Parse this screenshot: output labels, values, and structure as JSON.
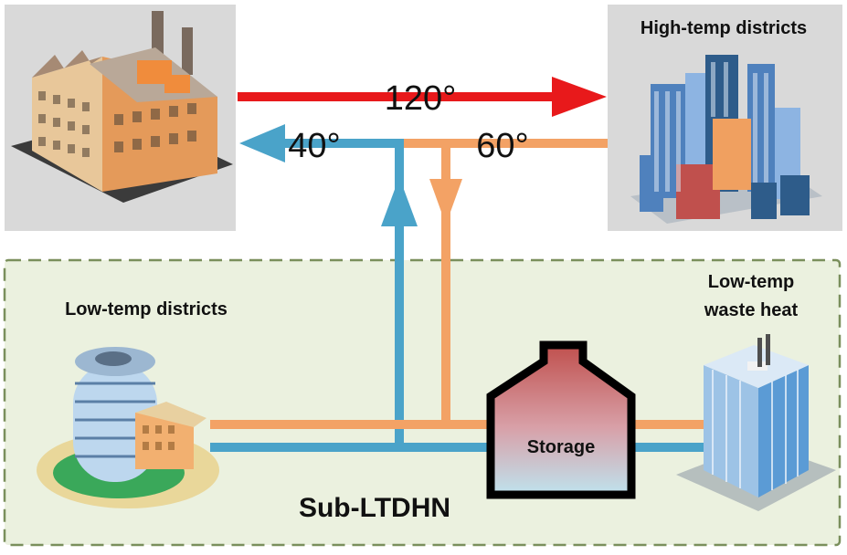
{
  "temperatures": {
    "supply": "120°",
    "return_main": "40°",
    "return_high": "60°"
  },
  "labels": {
    "high_temp_districts": "High-temp districts",
    "low_temp_districts": "Low-temp districts",
    "low_temp_waste_heat_line1": "Low-temp",
    "low_temp_waste_heat_line2": "waste heat",
    "storage": "Storage",
    "network": "Sub-LTDHN"
  },
  "colors": {
    "supply_hot": "#e8191b",
    "return_cool": "#4aa3c9",
    "return_warm": "#f3a265",
    "subnet_fill": "#ebf1df",
    "subnet_border": "#7a8f5c"
  }
}
